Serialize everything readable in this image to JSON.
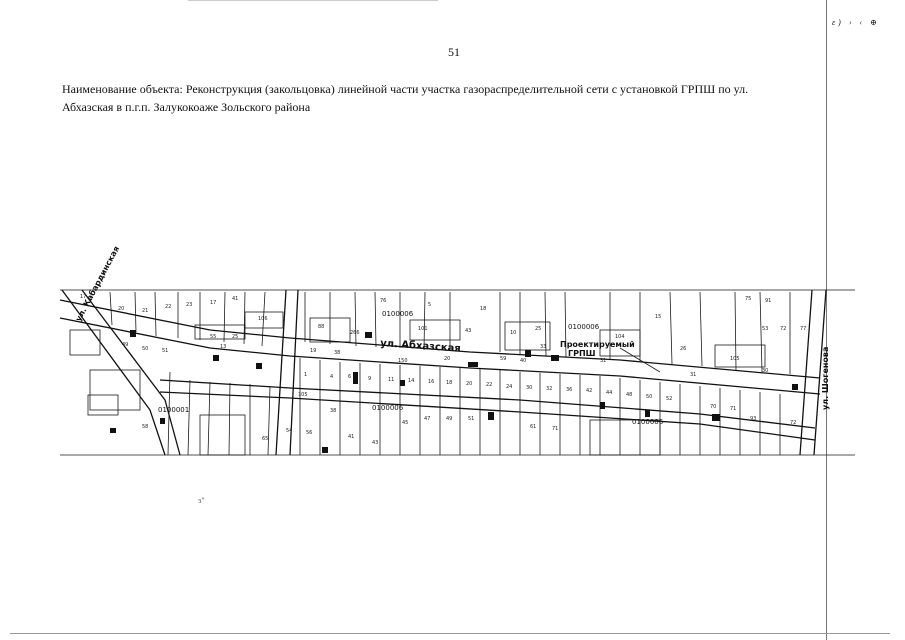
{
  "document": {
    "page_number": "51",
    "object_title": "Наименование объекта: Реконструкция (закольцовка) линейной части участка газораспределительной сети с установкой ГРПШ по ул. Абхазская в п.г.п. Залукокоаже Зольского района",
    "corner_mark": "ε) › ‹ ⊕",
    "stray_mark": "ɜ\""
  },
  "map": {
    "streets": {
      "abkhazskaya": "ул. Абхазская",
      "kabardinskaya": "ул. Кабардинская",
      "shogenova": "ул. Шогенова"
    },
    "projected_label_1": "Проектируемый",
    "projected_label_2": "ГРПШ",
    "quarters": {
      "q1": "0100006",
      "q2": "0100006",
      "q3": "0100001",
      "q4": "0100006",
      "q5": "0100006"
    },
    "parcel_numbers": {
      "top_row": [
        "17",
        "20",
        "21",
        "22",
        "23",
        "17",
        "41",
        "106",
        "76",
        "5",
        "18",
        "88",
        "101",
        "43",
        "10",
        "25",
        "104",
        "15",
        "26",
        "75",
        "91",
        "53",
        "72",
        "77"
      ],
      "mid_row": [
        "49",
        "50",
        "51",
        "266",
        "19",
        "38",
        "150",
        "20",
        "31",
        "33",
        "105",
        "30",
        "55",
        "25",
        "13",
        "59",
        "40",
        "31"
      ],
      "bottom_row": [
        "1",
        "4",
        "6",
        "9",
        "11",
        "14",
        "16",
        "18",
        "20",
        "22",
        "24",
        "30",
        "32",
        "36",
        "42",
        "44",
        "48",
        "50",
        "105",
        "52",
        "70",
        "71",
        "58"
      ],
      "lower_row": [
        "38",
        "41",
        "43",
        "45",
        "47",
        "49",
        "51",
        "61",
        "71",
        "65",
        "54",
        "56",
        "93",
        "72"
      ]
    },
    "road_color": "#111111"
  }
}
